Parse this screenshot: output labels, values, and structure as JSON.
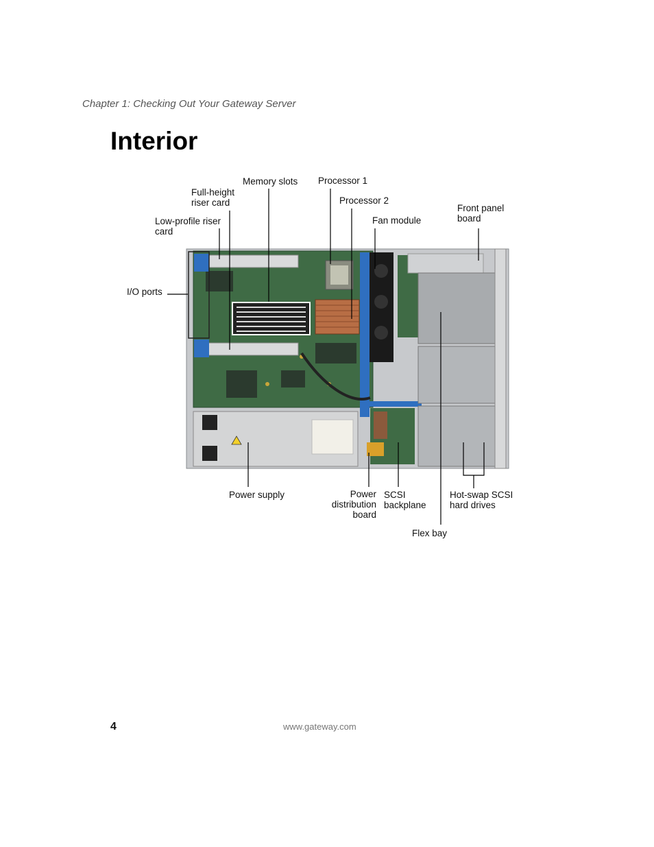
{
  "header": {
    "chapter": "Chapter 1: Checking Out Your Gateway Server"
  },
  "page": {
    "title": "Interior"
  },
  "figure": {
    "labels": {
      "memory_slots": "Memory slots",
      "processor_1": "Processor 1",
      "full_height_riser": [
        "Full-height",
        "riser card"
      ],
      "processor_2": "Processor 2",
      "front_panel": [
        "Front panel",
        "board"
      ],
      "fan_module": "Fan module",
      "low_profile_riser": [
        "Low-profile riser",
        "card"
      ],
      "io_ports": "I/O ports",
      "power_supply": "Power supply",
      "power_distribution": [
        "Power",
        "distribution",
        "board"
      ],
      "scsi_backplane": [
        "SCSI",
        "backplane"
      ],
      "hot_swap": [
        "Hot-swap SCSI",
        "hard drives"
      ],
      "flex_bay": "Flex bay"
    }
  },
  "footer": {
    "page_number": "4",
    "url": "www.gateway.com"
  },
  "colors": {
    "bracket_blue": "#2f6fc0",
    "board_green": "#3f6b45",
    "chassis_gray": "#b9bcbf"
  }
}
